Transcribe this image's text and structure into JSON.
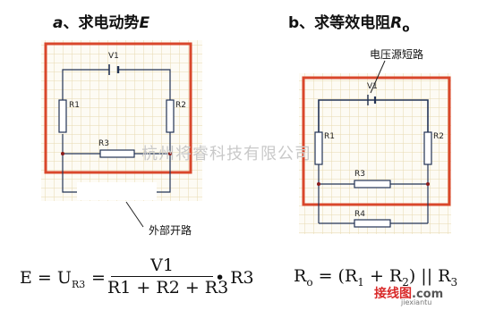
{
  "left_panel": {
    "title_prefix": "a",
    "title_text": "、求电动势",
    "title_symbol": "E",
    "labels": {
      "v1": "V1",
      "r1": "R1",
      "r2": "R2",
      "r3": "R3"
    },
    "callout": "外部开路"
  },
  "right_panel": {
    "title_prefix": "b",
    "title_text": "、求等效电阻",
    "title_symbol": "R",
    "title_subscript": "o",
    "callout": "电压源短路",
    "labels": {
      "v1": "V1",
      "r1": "R1",
      "r2": "R2",
      "r3": "R3",
      "r4": "R4"
    }
  },
  "watermark": "杭州将睿科技有限公司",
  "site_logo": {
    "text": "接线图",
    "domain": ".com",
    "subtext": "jiexiantu"
  },
  "formulas": {
    "left": {
      "lhs": "E = U",
      "lhs_sub": "R3",
      "eq": "=",
      "numerator": "V1",
      "denominator": "R1 + R2 + R3",
      "tail": "• R3"
    },
    "right": {
      "lhs": "R",
      "lhs_sub": "o",
      "rhs_a": " = (R",
      "sub1": "1",
      "mid": " + R",
      "sub2": "2",
      "rhs_b": ") || R",
      "sub3": "3"
    }
  },
  "colors": {
    "highlight_box": "#d9472b",
    "grid_line": "#e8d9b0",
    "wire": "#223355",
    "watermark": "#c9c9c9"
  }
}
